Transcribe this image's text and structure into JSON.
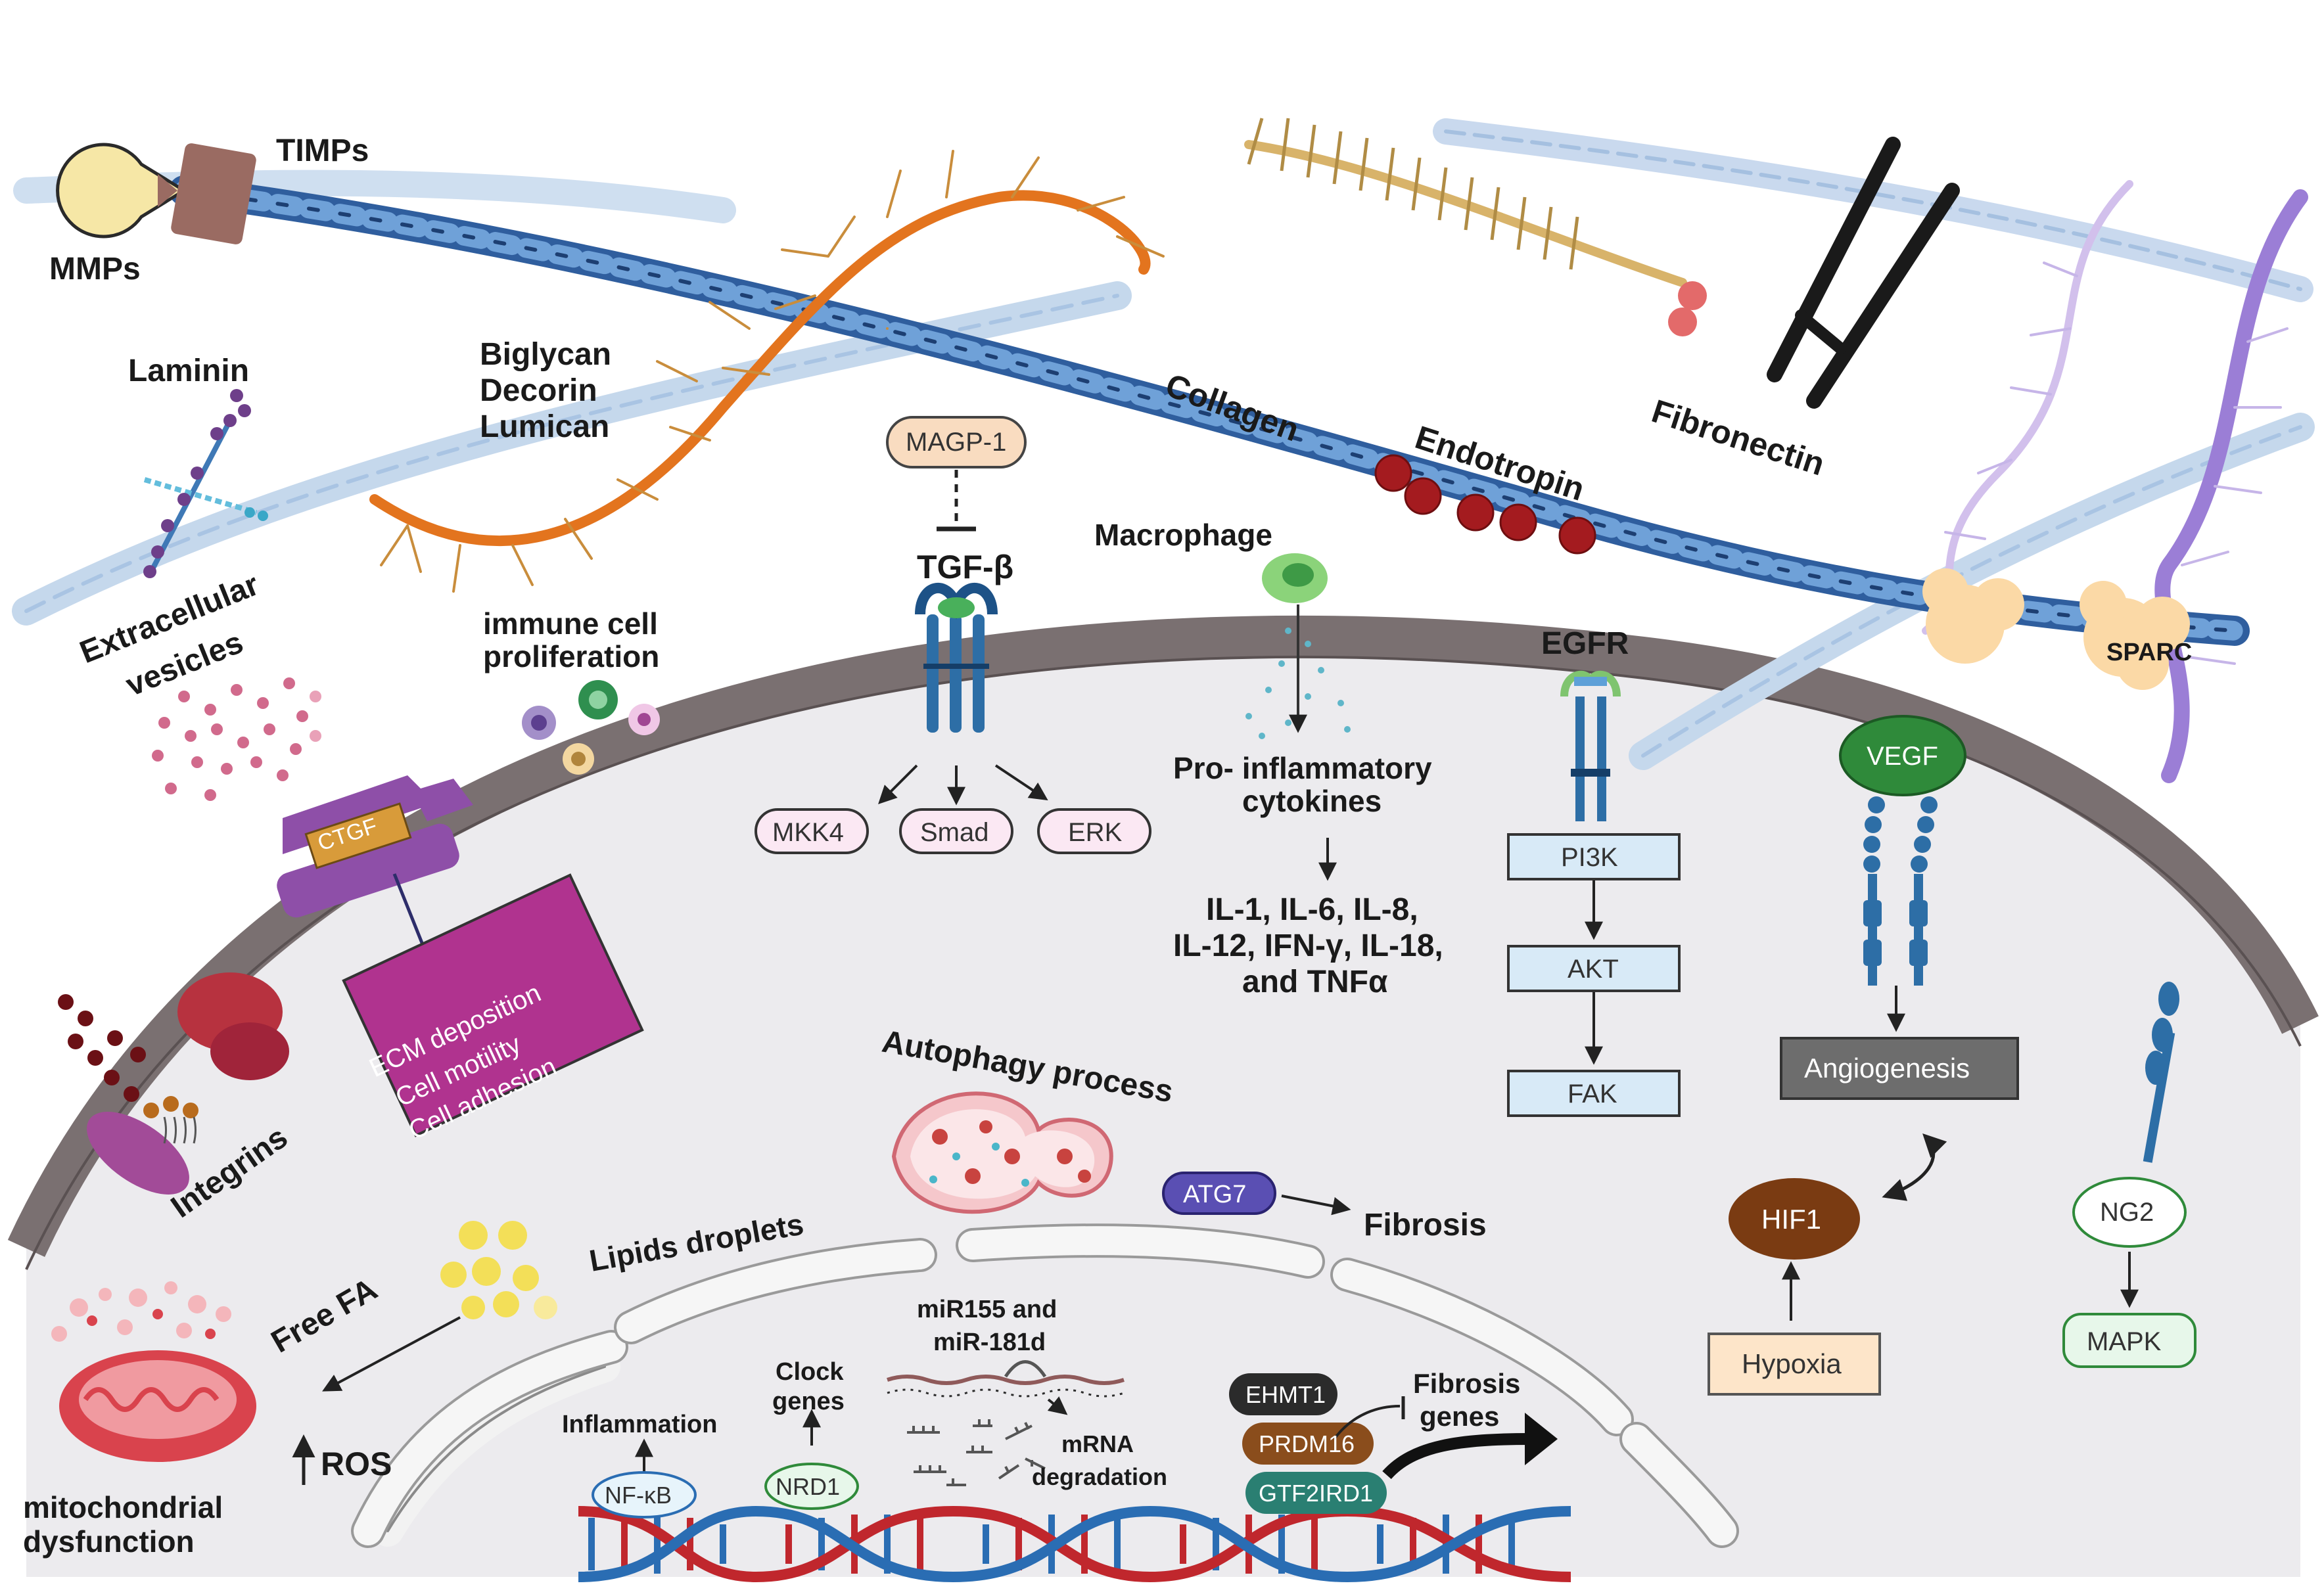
{
  "labels": {
    "timps": "TIMPs",
    "mmps": "MMPs",
    "laminin": "Laminin",
    "biglycan": "Biglycan",
    "decorin": "Decorin",
    "lumican": "Lumican",
    "collagen": "Collagen",
    "endotropin": "Endotropin",
    "fibronectin": "Fibronectin",
    "macrophage": "Macrophage",
    "tgf_beta": "TGF-β",
    "magp1": "MAGP-1",
    "ev_line1": "Extracellular",
    "ev_line2": "vesicles",
    "immune_line1": "immune cell",
    "immune_line2": "proliferation",
    "egfr": "EGFR",
    "sparc": "SPARC",
    "vegf": "VEGF",
    "ctgf": "CTGF",
    "mkk4": "MKK4",
    "smad": "Smad",
    "erk": "ERK",
    "proinflam_line1": "Pro- inflammatory",
    "proinflam_line2": "cytokines",
    "cytokines_line1": "IL-1, IL-6, IL-8,",
    "cytokines_line2": "IL-12, IFN-γ, IL-18,",
    "cytokines_line3": "and TNFα",
    "pi3k": "PI3K",
    "akt": "AKT",
    "fak": "FAK",
    "angiogenesis": "Angiogenesis",
    "ecm_line1": "ECM deposition",
    "ecm_line2": "Cell motility",
    "ecm_line3": "Cell adhesion",
    "integrins": "Integrins",
    "autophagy": "Autophagy process",
    "atg7": "ATG7",
    "fibrosis": "Fibrosis",
    "hif1": "HIF1",
    "hypoxia": "Hypoxia",
    "ng2": "NG2",
    "mapk": "MAPK",
    "lipids": "Lipids droplets",
    "free_fa": "Free FA",
    "ros": "ROS",
    "mito_line1": "mitochondrial",
    "mito_line2": "dysfunction",
    "mir_line1": "miR155 and",
    "mir_line2": "miR-181d",
    "clock_line1": "Clock",
    "clock_line2": "genes",
    "inflammation": "Inflammation",
    "mrna_line1": "mRNA",
    "mrna_line2": "degradation",
    "nfkb": "NF-κB",
    "nrd1": "NRD1",
    "ehmt1": "EHMT1",
    "prdm16": "PRDM16",
    "gtf2ird1": "GTF2IRD1",
    "fibgenes_line1": "Fibrosis",
    "fibgenes_line2": "genes"
  },
  "colors": {
    "collagen_blue": "#3a6fb5",
    "membrane": "#7a7071",
    "cytoplasm": "#ecebee",
    "ctgf_purple": "#8e4fa8",
    "ecm_magenta": "#b0338f",
    "endotropin_red": "#a41b1f",
    "vegf_green": "#2f8a3a",
    "hif1_brown": "#7a3b12",
    "dna_red": "#c0272d",
    "dna_blue": "#2a6db3"
  }
}
